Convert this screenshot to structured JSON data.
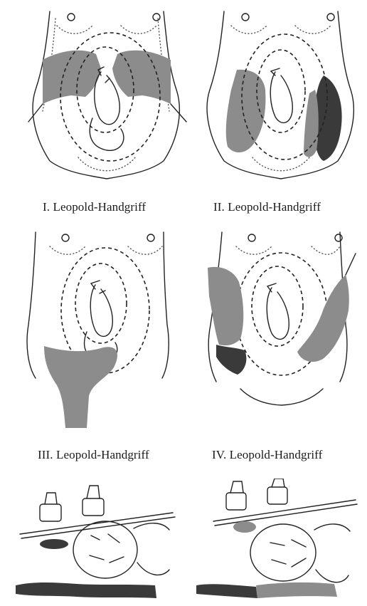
{
  "captions": {
    "first": "I. Leopold-Handgriff",
    "second": "II. Leopold-Handgriff",
    "third": "III. Leopold-Handgriff",
    "fourth": "IV. Leopold-Handgriff"
  },
  "colors": {
    "hand": "#8c8c8c",
    "hand_dark": "#3a3a3a",
    "line": "#222222",
    "background": "#ffffff"
  }
}
